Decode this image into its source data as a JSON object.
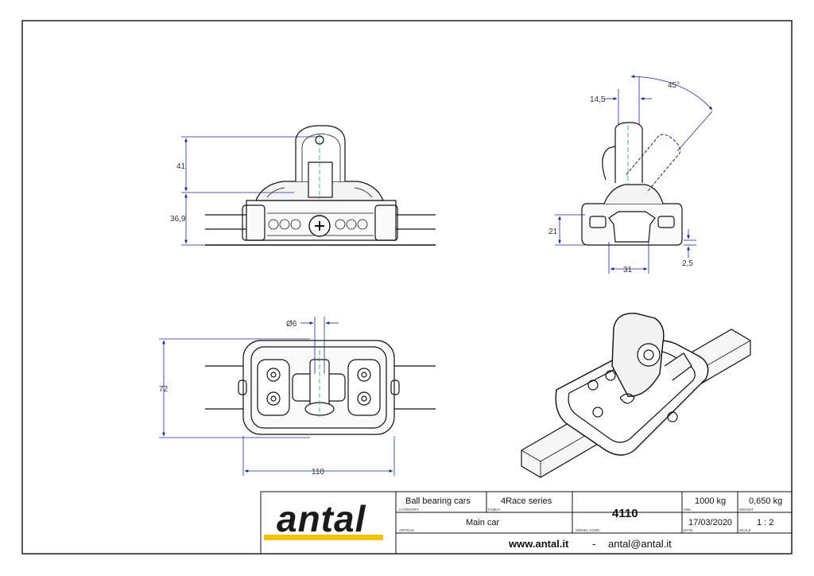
{
  "drawing": {
    "dimensions": {
      "front_height": "41",
      "front_base": "36,9",
      "side_width_top": "14,5",
      "side_angle": "45°",
      "side_height": "21",
      "side_rail": "31",
      "side_offset": "2,5",
      "top_hole": "Ø6",
      "top_height": "72",
      "top_length": "110"
    }
  },
  "title_block": {
    "logo_text": "antal",
    "accent_color": "#f2c200",
    "category_value": "Ball bearing cars",
    "category_label": "CATEGORY",
    "family_value": "4Race series",
    "family_label": "FAMILY",
    "article_value": "Main car",
    "article_label": "ARTICLE",
    "model_code_value": "4110",
    "model_code_label": "MODEL CODE",
    "swl_value": "1000 kg",
    "swl_label": "SWL",
    "weight_value": "0,650 kg",
    "weight_label": "WEIGHT",
    "date_value": "17/03/2020",
    "date_label": "DATE",
    "scale_value": "1 : 2",
    "scale_label": "SCALE",
    "website": "www.antal.it",
    "separator": "-",
    "email": "antal@antal.it"
  }
}
